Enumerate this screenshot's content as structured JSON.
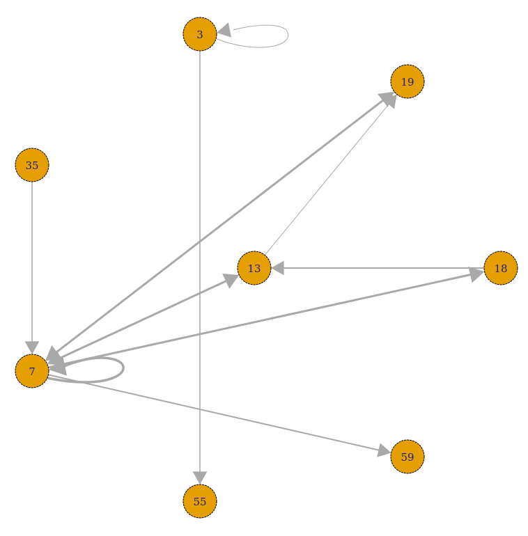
{
  "graph": {
    "node_fill": "#E69F00",
    "node_stroke": "#000000",
    "label_color": "#1a1a8c",
    "edge_color": "#A9A9A9",
    "nodes": [
      {
        "id": "3",
        "label": "3"
      },
      {
        "id": "19",
        "label": "19"
      },
      {
        "id": "35",
        "label": "35"
      },
      {
        "id": "13",
        "label": "13"
      },
      {
        "id": "18",
        "label": "18"
      },
      {
        "id": "7",
        "label": "7"
      },
      {
        "id": "59",
        "label": "59"
      },
      {
        "id": "55",
        "label": "55"
      }
    ],
    "edges": [
      {
        "from": "3",
        "to": "3"
      },
      {
        "from": "3",
        "to": "55"
      },
      {
        "from": "35",
        "to": "7"
      },
      {
        "from": "7",
        "to": "19",
        "mutual": true
      },
      {
        "from": "13",
        "to": "19"
      },
      {
        "from": "18",
        "to": "13"
      },
      {
        "from": "7",
        "to": "13",
        "mutual": true
      },
      {
        "from": "7",
        "to": "18"
      },
      {
        "from": "7",
        "to": "7"
      },
      {
        "from": "7",
        "to": "59"
      }
    ]
  }
}
